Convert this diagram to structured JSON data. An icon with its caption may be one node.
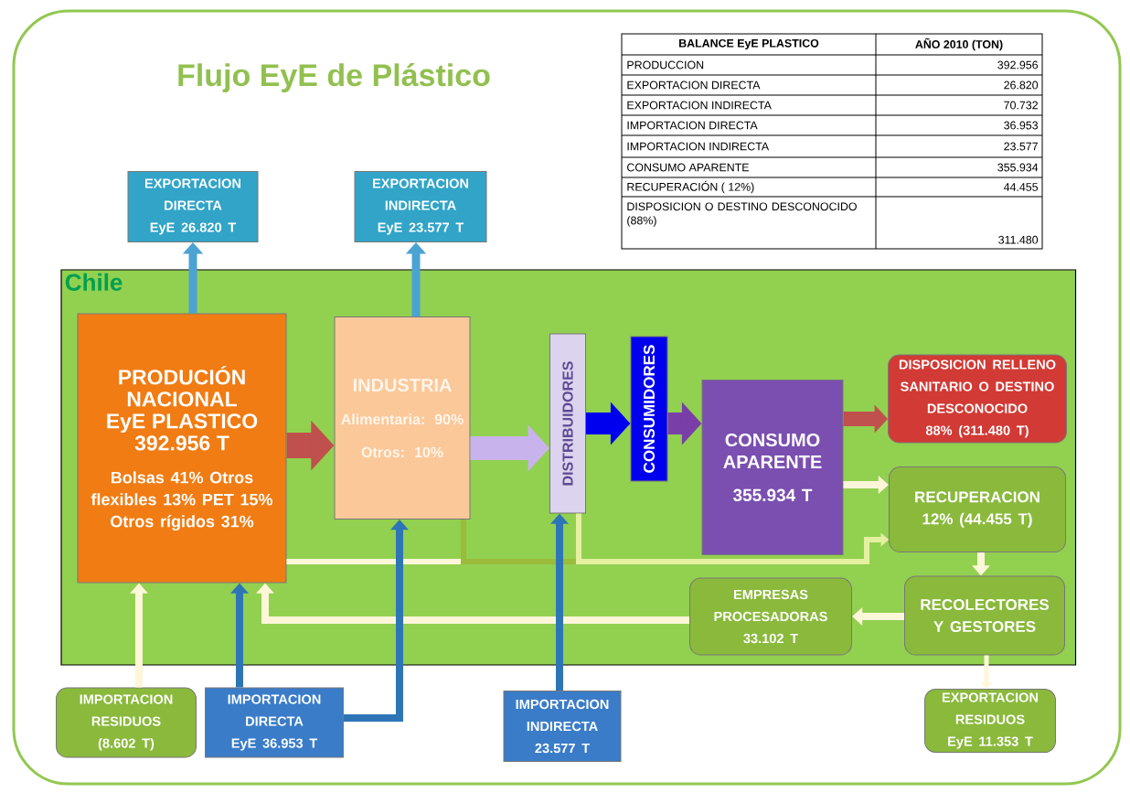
{
  "diagram": {
    "title": "Flujo  EyE de Plástico",
    "nodes": [
      {
        "text": [
          "Chile"
        ]
      },
      {
        "text": [
          "PRODUCIÓN NACIONAL EyE PLASTICO 392.956 T",
          "Bolsas 41% Otros flexibles 13% PET 15% Otros rígidos 31%"
        ],
        "in": 0
      },
      {
        "text": [
          "INDUSTRIA",
          "Alimentaria: 90%",
          "Otros: 10%"
        ],
        "in": 0
      },
      {
        "text": [
          "DISTRIBUIDORES"
        ],
        "in": 0
      },
      {
        "text": [
          "CONSUMIDORES"
        ],
        "in": 0
      },
      {
        "text": [
          "CONSUMO APARENTE",
          "355.934 T"
        ],
        "in": 0
      },
      {
        "text": [
          "DISPOSICION RELLENO SANITARIO O DESTINO DESCONOCIDO 88% (311.480 T)"
        ],
        "in": 0
      },
      {
        "text": [
          "RECUPERACION 12% (44.455 T)"
        ],
        "in": 0
      },
      {
        "text": [
          "RECOLECTORES Y GESTORES"
        ],
        "in": 0
      },
      {
        "text": [
          "EMPRESAS PROCESADORAS 33.102 T"
        ],
        "in": 0
      },
      {
        "text": [
          "EXPORTACION DIRECTA EyE 26.820 T"
        ]
      },
      {
        "text": [
          "EXPORTACION INDIRECTA EyE 23.577 T"
        ]
      },
      {
        "text": [
          "IMPORTACION RESIDUOS (8.602 T)"
        ]
      },
      {
        "text": [
          "IMPORTACION DIRECTA EyE 36.953 T"
        ]
      },
      {
        "text": [
          "IMPORTACION INDIRECTA 23.577 T"
        ]
      },
      {
        "text": [
          "EXPORTACION RESIDUOS EyE 11.353 T"
        ]
      }
    ],
    "edges": [
      {
        "from": 1,
        "to": 10,
        "arrow": "to",
        "color": "#4ba3d3"
      },
      {
        "from": 2,
        "to": 11,
        "arrow": "to",
        "color": "#4ba3d3"
      },
      {
        "from": 1,
        "to": 2,
        "arrow": "to",
        "style": "thick",
        "color": "#c0504d"
      },
      {
        "from": 2,
        "to": 3,
        "arrow": "to",
        "style": "thick",
        "color": "#c9b3ec"
      },
      {
        "from": 3,
        "to": 4,
        "arrow": "to",
        "style": "thick",
        "color": "#0000ee"
      },
      {
        "from": 4,
        "to": 5,
        "arrow": "to",
        "style": "thick",
        "color": "#7a3ea8"
      },
      {
        "from": 5,
        "to": 6,
        "arrow": "to",
        "style": "thick",
        "color": "#c0504d"
      },
      {
        "from": 5,
        "to": 7,
        "arrow": "to"
      },
      {
        "from": 1,
        "to": 7,
        "arrow": "to"
      },
      {
        "from": 2,
        "to": 7,
        "arrow": "to",
        "color": "#9bbb3b"
      },
      {
        "from": 3,
        "to": 7,
        "arrow": "to",
        "color": "#e4f0a0"
      },
      {
        "from": 7,
        "to": 8,
        "arrow": "to"
      },
      {
        "from": 8,
        "to": 9,
        "arrow": "to"
      },
      {
        "from": 9,
        "to": 1,
        "arrow": "to"
      },
      {
        "from": 12,
        "to": 1,
        "arrow": "to"
      },
      {
        "from": 13,
        "to": 1,
        "arrow": "to",
        "color": "#2e75b6"
      },
      {
        "from": 13,
        "to": 2,
        "arrow": "to",
        "color": "#2e75b6"
      },
      {
        "from": 14,
        "to": 3,
        "arrow": "to",
        "color": "#2e75b6"
      },
      {
        "from": 8,
        "to": 15,
        "arrow": "to"
      }
    ],
    "labels": [
      "BALANCE EyE PLASTICO",
      "AÑO 2010 (TON)",
      "PRODUCCION",
      "392.956",
      "EXPORTACION DIRECTA",
      "26.820",
      "EXPORTACION INDIRECTA",
      "70.732",
      "IMPORTACION DIRECTA",
      "36.953",
      "IMPORTACION INDIRECTA",
      "23.577",
      "CONSUMO APARENTE",
      "355.934",
      "RECUPERACIÓN ( 12%)",
      "44.455",
      "DISPOSICION O DESTINO DESCONOCIDO (88%)",
      "311.480"
    ]
  }
}
